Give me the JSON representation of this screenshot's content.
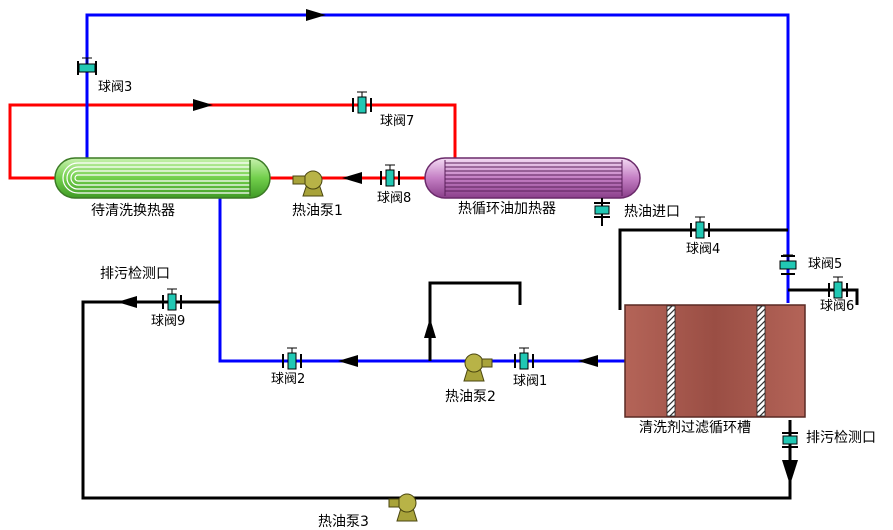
{
  "colors": {
    "hot_oil_line": "#ff0000",
    "cleaner_line": "#0000ff",
    "drain_line": "#000000",
    "valve_body": "#21c8b4",
    "pump_body": "#a8a33a",
    "heater_body": "#c884c8",
    "exchanger_body": "#7fd65a",
    "tank_body": "#a0524a"
  },
  "equipment": {
    "exchanger": "待清洗换热器",
    "heater": "热循环油加热器",
    "tank": "清洗剂过滤循环槽",
    "pump1": "热油泵1",
    "pump2": "热油泵2",
    "pump3": "热油泵3"
  },
  "valves": {
    "v1": "球阀1",
    "v2": "球阀2",
    "v3": "球阀3",
    "v4": "球阀4",
    "v5": "球阀5",
    "v6": "球阀6",
    "v7": "球阀7",
    "v8": "球阀8",
    "v9": "球阀9"
  },
  "ports": {
    "oil_inlet": "热油进口",
    "drain_check_left": "排污检测口",
    "drain_check_right": "排污检测口"
  }
}
